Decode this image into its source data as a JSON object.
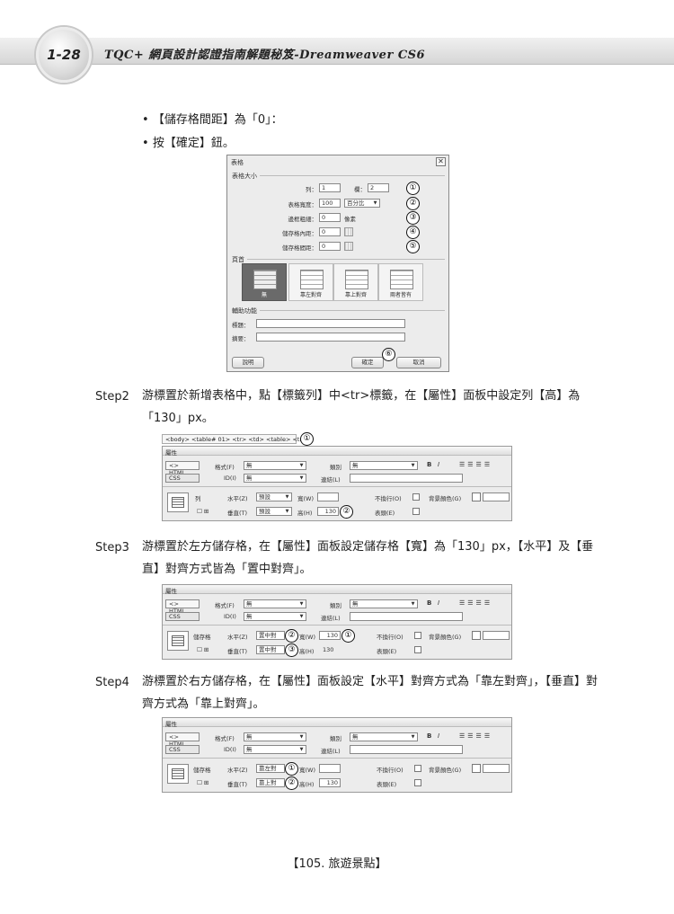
{
  "header": {
    "page_number": "1-28",
    "book_title": "TQC+ 網頁設計認證指南解題秘笈-Dreamweaver CS6"
  },
  "intro_bullets": [
    "【儲存格間距】為「0」：",
    "按【確定】鈕。"
  ],
  "dialog": {
    "title": "表格",
    "section_size": "表格大小",
    "rows_label": "列：",
    "rows_value": "1",
    "cols_label": "欄：",
    "cols_value": "2",
    "width_label": "表格寬度：",
    "width_value": "100",
    "width_unit": "百分比",
    "border_label": "邊框粗細：",
    "border_value": "0",
    "border_unit": "像素",
    "padding_label": "儲存格內距：",
    "padding_value": "0",
    "spacing_label": "儲存格間距：",
    "spacing_value": "0",
    "section_header": "頁首",
    "header_options": [
      "無",
      "靠左對齊",
      "靠上對齊",
      "兩者皆有"
    ],
    "section_access": "輔助功能",
    "caption_label": "標題：",
    "summary_label": "摘要：",
    "help_button": "說明",
    "ok_button": "確定",
    "cancel_button": "取消",
    "callouts": [
      "①",
      "②",
      "③",
      "④",
      "⑤",
      "⑥"
    ]
  },
  "step2": {
    "label": "Step2",
    "text": "游標置於新增表格中，點【標籤列】中<tr>標籤，在【屬性】面板中設定列【高】為「130」px。"
  },
  "panel1": {
    "tagbar": "<body> <table#     01> <tr> <td> <table> <tr>",
    "title": "屬性",
    "html_btn": "<> HTML",
    "css_btn": "CSS",
    "format_label": "格式(F)",
    "format_value": "無",
    "id_label": "ID(I)",
    "id_value": "無",
    "class_label": "類別",
    "class_value": "無",
    "link_label": "連結(L)",
    "bold": "B",
    "italic": "I",
    "row_label": "列",
    "horz_label": "水平(Z)",
    "horz_value": "預設",
    "vert_label": "垂直(T)",
    "vert_value": "預設",
    "w_label": "寬(W)",
    "w_value": "",
    "h_label": "高(H)",
    "h_value": "130",
    "nowrap_label": "不換行(O)",
    "header_label": "表頭(E)",
    "bg_label": "背景顏色(G)",
    "callouts": [
      "①",
      "②"
    ]
  },
  "step3": {
    "label": "Step3",
    "text": "游標置於左方儲存格，在【屬性】面板設定儲存格【寬】為「130」px，【水平】及【垂直】對齊方式皆為「置中對齊」。"
  },
  "panel2": {
    "title": "屬性",
    "html_btn": "<> HTML",
    "css_btn": "CSS",
    "format_label": "格式(F)",
    "format_value": "無",
    "id_label": "ID(I)",
    "id_value": "無",
    "class_label": "類別",
    "class_value": "無",
    "link_label": "連結(L)",
    "bold": "B",
    "italic": "I",
    "cell_label": "儲存格",
    "horz_label": "水平(Z)",
    "horz_value": "置中對",
    "vert_label": "垂直(T)",
    "vert_value": "置中對",
    "w_label": "寬(W)",
    "w_value": "130",
    "h_label": "高(H)",
    "h_value": "130",
    "nowrap_label": "不換行(O)",
    "header_label": "表頭(E)",
    "bg_label": "背景顏色(G)",
    "callouts": [
      "①",
      "②",
      "③"
    ]
  },
  "step4": {
    "label": "Step4",
    "text": "游標置於右方儲存格，在【屬性】面板設定【水平】對齊方式為「靠左對齊」，【垂直】對齊方式為「靠上對齊」。"
  },
  "panel3": {
    "title": "屬性",
    "html_btn": "<> HTML",
    "css_btn": "CSS",
    "format_label": "格式(F)",
    "format_value": "無",
    "id_label": "ID(I)",
    "id_value": "無",
    "class_label": "類別",
    "class_value": "無",
    "link_label": "連結(L)",
    "bold": "B",
    "italic": "I",
    "cell_label": "儲存格",
    "horz_label": "水平(Z)",
    "horz_value": "靠左對",
    "vert_label": "垂直(T)",
    "vert_value": "靠上對",
    "w_label": "寬(W)",
    "w_value": "",
    "h_label": "高(H)",
    "h_value": "130",
    "nowrap_label": "不換行(O)",
    "header_label": "表頭(E)",
    "bg_label": "背景顏色(G)",
    "callouts": [
      "①",
      "②"
    ]
  },
  "footer": "【105. 旅遊景點】"
}
